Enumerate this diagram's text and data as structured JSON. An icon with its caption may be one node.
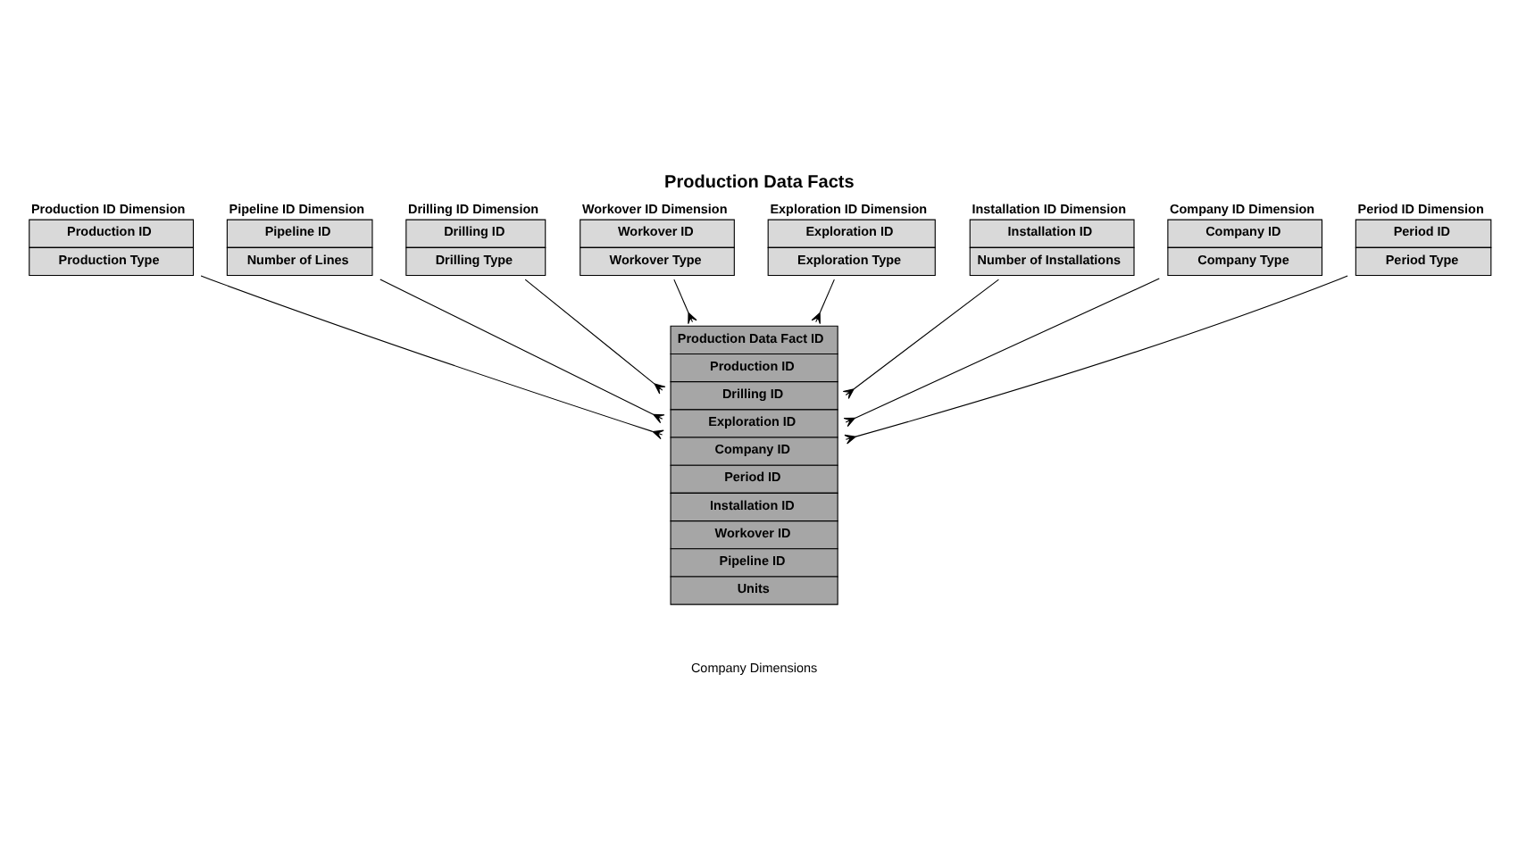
{
  "diagram": {
    "title": "Production Data Facts",
    "caption": "Company Dimensions",
    "nodes": [
      {
        "text": [
          "Production ID Dimension",
          "Production ID",
          "Production Type"
        ]
      },
      {
        "text": [
          "Production Data Fact ID",
          "Production ID",
          "Drilling ID",
          "Exploration ID",
          "Company ID",
          "Period ID",
          "Installation ID",
          "Workover ID",
          "Pipeline ID",
          "Units"
        ]
      },
      {
        "text": [
          "Pipeline ID Dimension",
          "Pipeline ID",
          "Number of Lines"
        ]
      },
      {
        "text": [
          "Drilling ID Dimension",
          "Drilling ID",
          "Drilling Type"
        ]
      },
      {
        "text": [
          "Workover ID Dimension",
          "Workover ID",
          "Workover Type"
        ]
      },
      {
        "text": [
          "Exploration ID Dimension",
          "Exploration ID",
          "Exploration Type"
        ]
      },
      {
        "text": [
          "Installation ID Dimension",
          "Installation ID",
          "Number of Installations"
        ]
      },
      {
        "text": [
          "Company ID Dimension",
          "Company ID",
          "Company Type"
        ]
      },
      {
        "text": [
          "Period ID Dimension",
          "Period ID",
          "Period Type"
        ]
      }
    ],
    "edges": [
      {
        "from": 0,
        "to": 1,
        "arrow": "other"
      },
      {
        "from": 2,
        "to": 1,
        "arrow": "other"
      },
      {
        "from": 3,
        "to": 1,
        "arrow": "other"
      },
      {
        "from": 4,
        "to": 1,
        "arrow": "other"
      },
      {
        "from": 5,
        "to": 1,
        "arrow": "other"
      },
      {
        "from": 6,
        "to": 1,
        "arrow": "other"
      },
      {
        "from": 7,
        "to": 1,
        "arrow": "other"
      },
      {
        "from": 8,
        "to": 1,
        "arrow": "other"
      }
    ]
  }
}
